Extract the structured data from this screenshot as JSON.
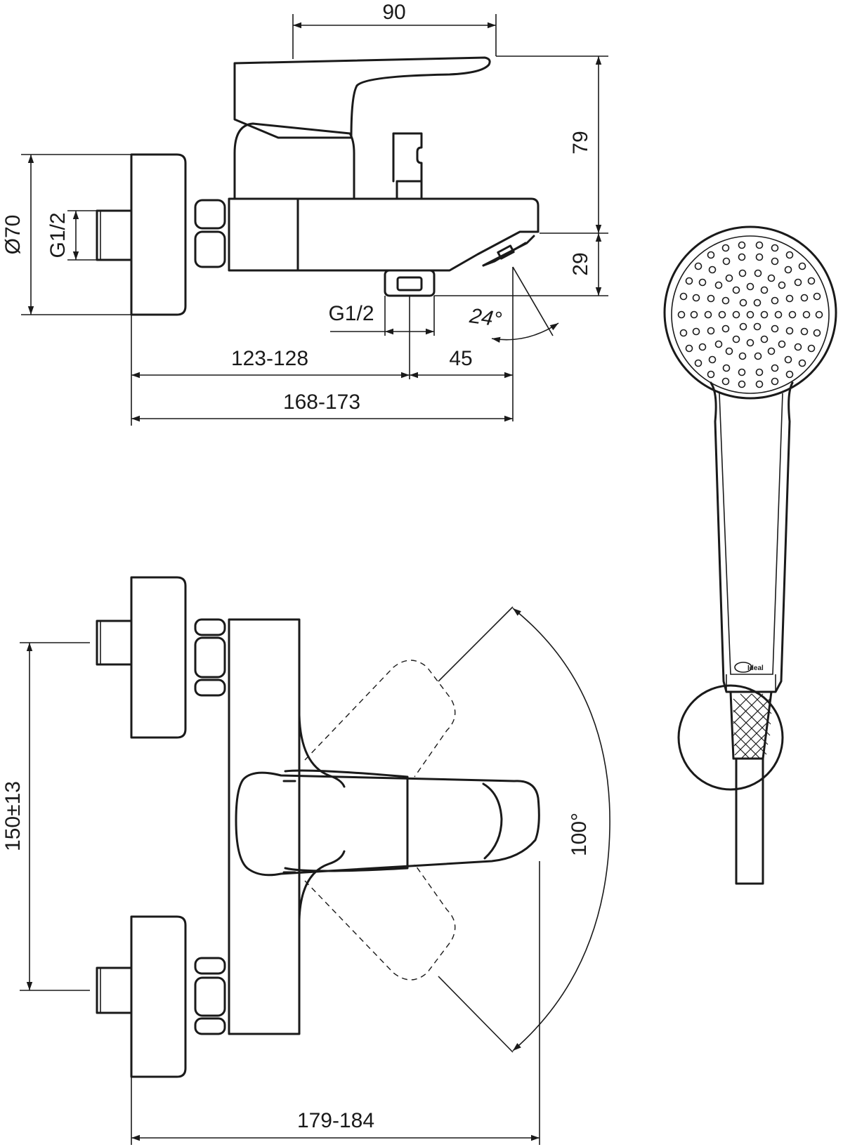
{
  "dimensions": {
    "top_width": "90",
    "height_upper": "79",
    "flange_diameter": "Ø70",
    "inlet_thread": "G1/2",
    "outlet_thread": "G1/2",
    "height_spout": "29",
    "spout_angle": "24°",
    "projection_to_outlet": "123-128",
    "spout_offset": "45",
    "projection_total": "168-173",
    "centers": "150±13",
    "lever_rotation": "100°",
    "front_width": "179-184"
  }
}
